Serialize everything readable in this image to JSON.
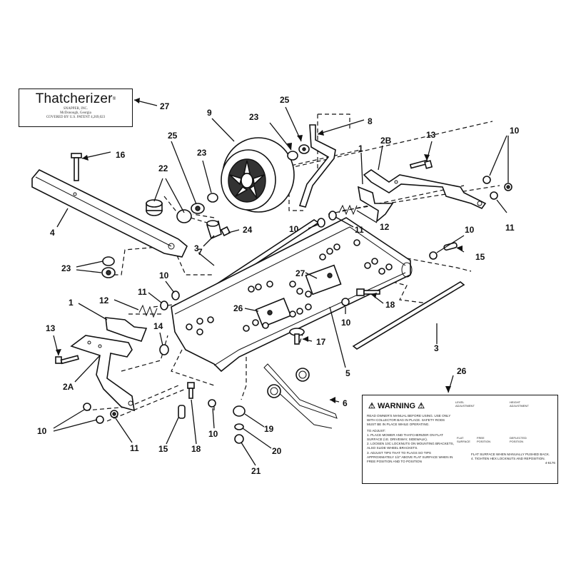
{
  "brand_decal": {
    "name": "Thatcherizer",
    "registered_mark": "®",
    "maker": "SNAPPER, INC.",
    "city": "McDonough, Georgia",
    "patent": "COVERED BY U.S. PATENT 4,269,023"
  },
  "warning_decal": {
    "heading": "WARNING",
    "intro": "READ OWNER'S MANUAL BEFORE USING. USE ONLY WITH COLLECTOR BAG IN PLACE. SAFETY RODS MUST BE IN PLACE WHILE OPERATING.",
    "adjust_title": "TO ADJUST:",
    "steps": [
      "1. PLACE MOWER AND THATCHERIZER ON FLAT SURFACE (I.E. DRIVEWAY, SIDEWALK).",
      "2. LOOSEN 10C LOCKNUTS ON MOUNTING BRACKETS, ALSO SLIDE WHEEL BRACKETS.",
      "3. ADJUST TIPS THAT TO FLAGS SO TIPS APPROXIMATELY 1/2\" ABOVE FLAT SURFACE WHEN IN FREE POSITION AND TO POSITION"
    ],
    "fig_labels": {
      "level": "LEVEL ADJUSTMENT",
      "height": "HEIGHT ADJUSTMENT",
      "flat": "FLAT SURFACE",
      "free": "FREE POSITION",
      "deflected": "DEFLECTED POSITION"
    },
    "footer": [
      "FLAT SURFACE WHEN MANUALLY PUSHED BACK.",
      "4. TIGHTEN HEX LOCKNUTS AND REPOSITION."
    ],
    "code": "4-6176"
  },
  "callouts": [
    {
      "id": "c27a",
      "text": "27"
    },
    {
      "id": "c16",
      "text": "16"
    },
    {
      "id": "c4",
      "text": "4"
    },
    {
      "id": "c22",
      "text": "22"
    },
    {
      "id": "c25a",
      "text": "25"
    },
    {
      "id": "c23a",
      "text": "23"
    },
    {
      "id": "c9",
      "text": "9"
    },
    {
      "id": "c23b",
      "text": "23"
    },
    {
      "id": "c25b",
      "text": "25"
    },
    {
      "id": "c8",
      "text": "8"
    },
    {
      "id": "c2B",
      "text": "2B"
    },
    {
      "id": "c13a",
      "text": "13"
    },
    {
      "id": "c10a",
      "text": "10"
    },
    {
      "id": "c1a",
      "text": "1"
    },
    {
      "id": "c11a",
      "text": "11"
    },
    {
      "id": "c12a",
      "text": "12"
    },
    {
      "id": "c11b",
      "text": "11"
    },
    {
      "id": "c10b",
      "text": "10"
    },
    {
      "id": "c24",
      "text": "24"
    },
    {
      "id": "c7",
      "text": "7"
    },
    {
      "id": "c3a",
      "text": "3"
    },
    {
      "id": "c23c",
      "text": "23"
    },
    {
      "id": "c10c",
      "text": "10"
    },
    {
      "id": "c15a",
      "text": "15"
    },
    {
      "id": "c10d",
      "text": "10"
    },
    {
      "id": "c27b",
      "text": "27"
    },
    {
      "id": "c11c",
      "text": "11"
    },
    {
      "id": "c12b",
      "text": "12"
    },
    {
      "id": "c1b",
      "text": "1"
    },
    {
      "id": "c26a",
      "text": "26"
    },
    {
      "id": "c18a",
      "text": "18"
    },
    {
      "id": "c10e",
      "text": "10"
    },
    {
      "id": "c14",
      "text": "14"
    },
    {
      "id": "c17",
      "text": "17"
    },
    {
      "id": "c13b",
      "text": "13"
    },
    {
      "id": "c3b",
      "text": "3"
    },
    {
      "id": "c5",
      "text": "5"
    },
    {
      "id": "c2A",
      "text": "2A"
    },
    {
      "id": "c26b",
      "text": "26"
    },
    {
      "id": "c6",
      "text": "6"
    },
    {
      "id": "c10f",
      "text": "10"
    },
    {
      "id": "c19",
      "text": "19"
    },
    {
      "id": "c11d",
      "text": "11"
    },
    {
      "id": "c15b",
      "text": "15"
    },
    {
      "id": "c18b",
      "text": "18"
    },
    {
      "id": "c10g",
      "text": "10"
    },
    {
      "id": "c20",
      "text": "20"
    },
    {
      "id": "c21",
      "text": "21"
    }
  ]
}
